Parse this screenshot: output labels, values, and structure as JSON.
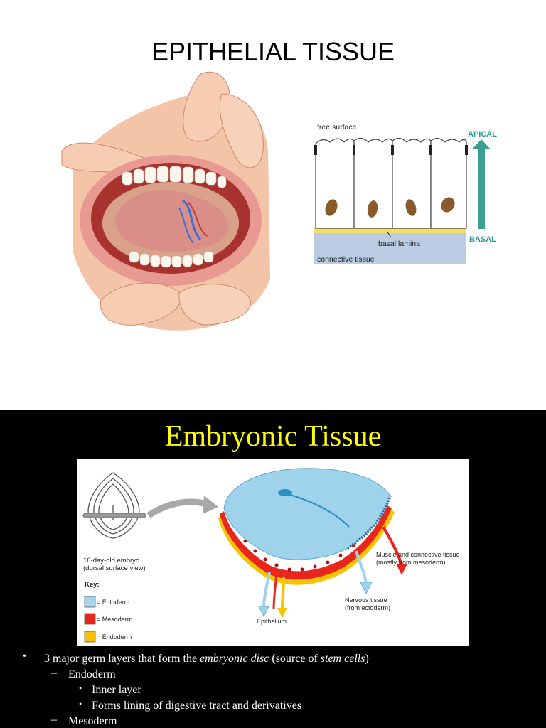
{
  "slide1": {
    "title": "EPITHELIAL TISSUE",
    "cell_diagram": {
      "free_surface": "free surface",
      "apical": "APICAL",
      "basal": "BASAL",
      "basal_lamina": "basal lamina",
      "connective_tissue": "connective tissue"
    }
  },
  "slide2": {
    "title": "Embryonic Tissue",
    "figure": {
      "embryo_caption_1": "16-day-old embryo",
      "embryo_caption_2": "(dorsal surface view)",
      "key_title": "Key:",
      "key_items": [
        {
          "label": "= Ectoderm",
          "color": "#a8d4ea"
        },
        {
          "label": "= Mesoderm",
          "color": "#e8261e"
        },
        {
          "label": "= Endoderm",
          "color": "#f5c400"
        }
      ],
      "muscle_label_1": "Muscle and connective tissue",
      "muscle_label_2": "(mostly from mesoderm)",
      "nervous_label_1": "Nervous tissue",
      "nervous_label_2": "(from ectoderm)",
      "epithelium_label": "Epithelium"
    },
    "bullets": {
      "b1_pre": "3 major germ layers that form the ",
      "b1_em1": "embryonic disc",
      "b1_mid": " (source of ",
      "b1_em2": "stem cells",
      "b1_post": ")",
      "endoderm": "Endoderm",
      "inner_layer": "Inner layer",
      "forms_lining": "Forms lining of digestive tract and derivatives",
      "mesoderm": "Mesoderm"
    }
  }
}
